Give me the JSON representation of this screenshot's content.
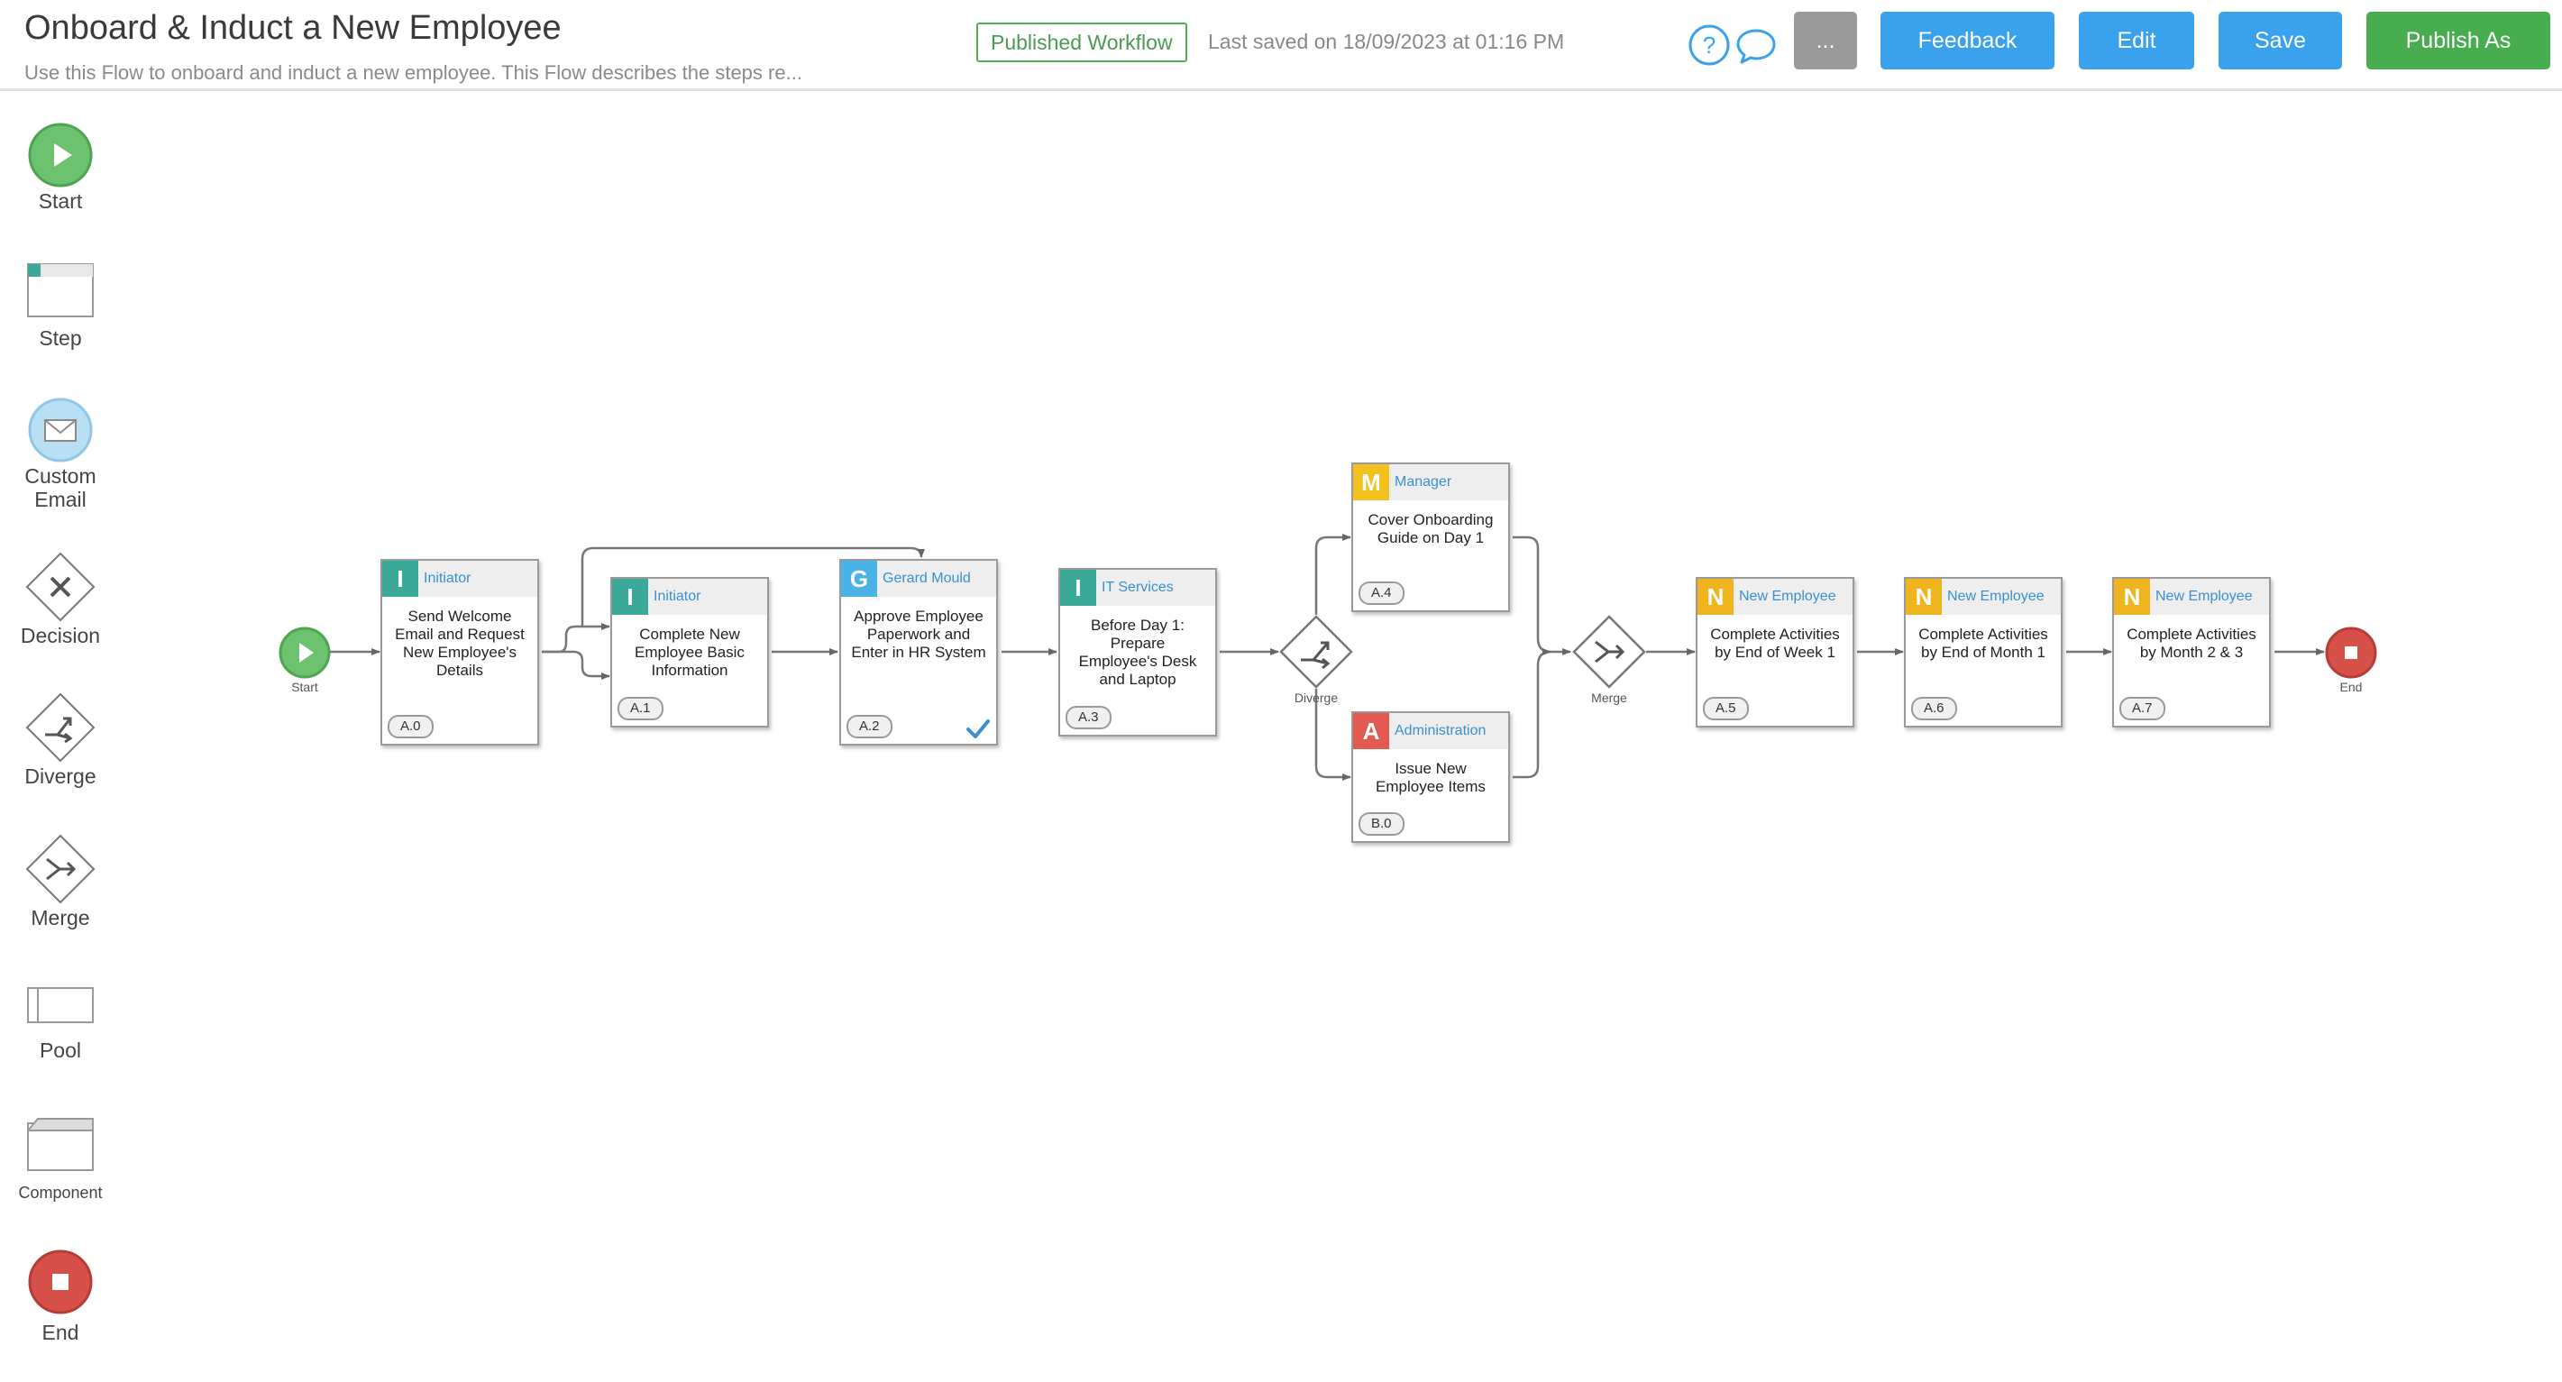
{
  "header": {
    "title": "Onboard & Induct a New Employee",
    "description": "Use this Flow to onboard and induct a new employee. This Flow describes the steps re...",
    "status": "Published Workflow",
    "saved": "Last saved on 18/09/2023 at 01:16 PM",
    "icons": [
      "help-icon",
      "comment-icon"
    ],
    "buttons": {
      "more": "...",
      "feedback": "Feedback",
      "edit": "Edit",
      "save": "Save",
      "publish": "Publish As"
    }
  },
  "palette": {
    "start": "Start",
    "step": "Step",
    "email": "Custom\nEmail",
    "decision": "Decision",
    "diverge": "Diverge",
    "merge": "Merge",
    "pool": "Pool",
    "component": "Component",
    "end": "End"
  },
  "canvas": {
    "start_label": "Start",
    "end_label": "End",
    "diverge_label": "Diverge",
    "merge_label": "Merge",
    "nodes": [
      {
        "letter": "I",
        "color": "#3aa99a",
        "role": "Initiator",
        "title": "Send Welcome Email and Request New Employee's Details",
        "code": "A.0",
        "checked": false
      },
      {
        "letter": "I",
        "color": "#3aa99a",
        "role": "Initiator",
        "title": "Complete New Employee Basic Information",
        "code": "A.1",
        "checked": false
      },
      {
        "letter": "G",
        "color": "#49b3e8",
        "role": "Gerard Mould",
        "title": "Approve Employee Paperwork and Enter in HR System",
        "code": "A.2",
        "checked": true
      },
      {
        "letter": "I",
        "color": "#3aa99a",
        "role": "IT Services",
        "title": "Before Day 1: Prepare Employee's Desk and Laptop",
        "code": "A.3",
        "checked": false
      },
      {
        "letter": "M",
        "color": "#f3c11b",
        "role": "Manager",
        "title": "Cover Onboarding Guide on Day 1",
        "code": "A.4",
        "checked": false
      },
      {
        "letter": "A",
        "color": "#e35a52",
        "role": "Administration",
        "title": "Issue New Employee Items",
        "code": "B.0",
        "checked": false
      },
      {
        "letter": "N",
        "color": "#f0b51e",
        "role": "New Employee",
        "title": "Complete Activities by End of Week 1",
        "code": "A.5",
        "checked": false
      },
      {
        "letter": "N",
        "color": "#f0b51e",
        "role": "New Employee",
        "title": "Complete Activities by End of Month 1",
        "code": "A.6",
        "checked": false
      },
      {
        "letter": "N",
        "color": "#f0b51e",
        "role": "New Employee",
        "title": "Complete Activities by Month 2 & 3",
        "code": "A.7",
        "checked": false
      }
    ]
  }
}
